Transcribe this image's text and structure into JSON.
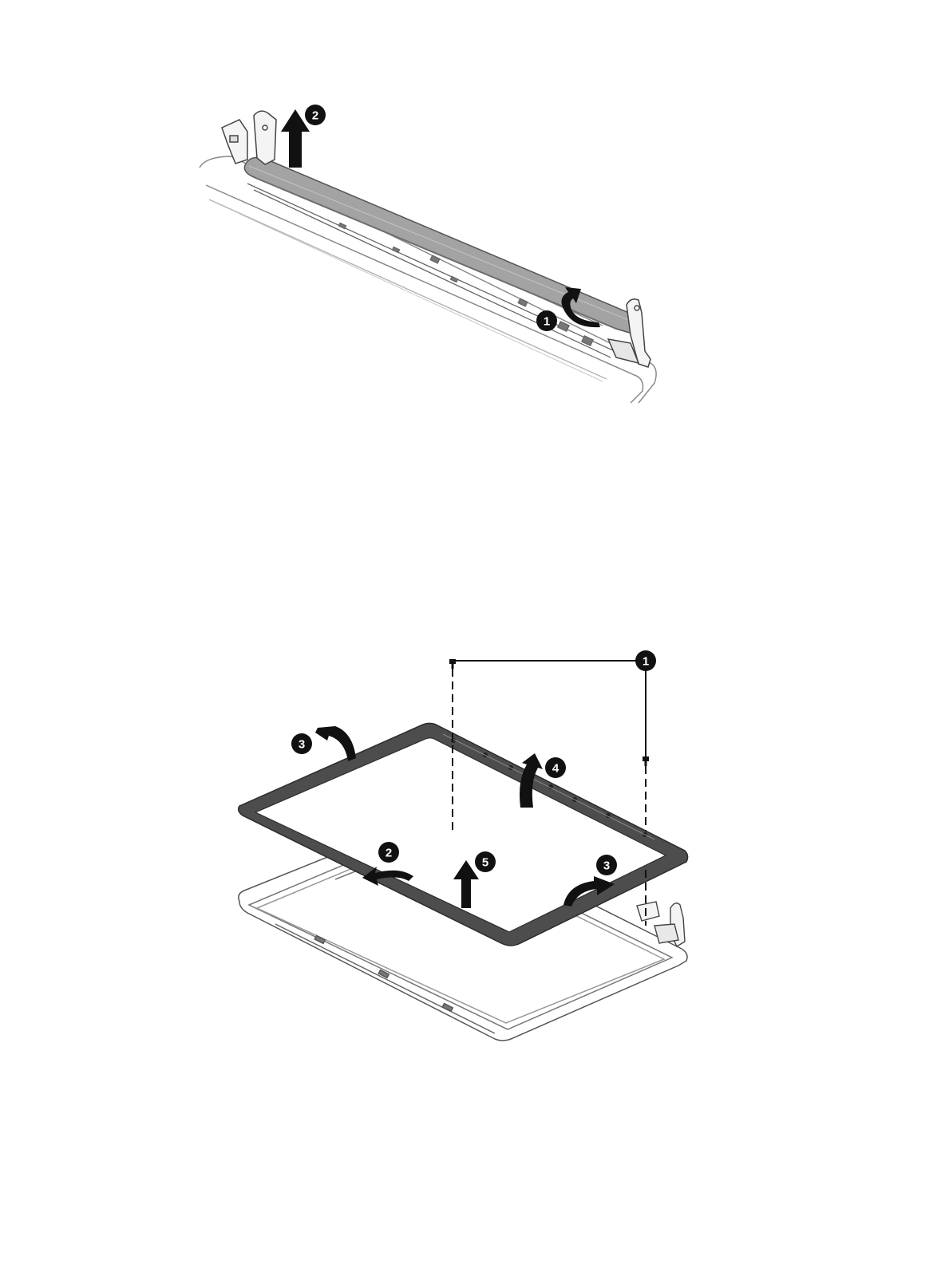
{
  "top_figure": {
    "callouts": [
      {
        "id": "1",
        "label": "1"
      },
      {
        "id": "2",
        "label": "2"
      }
    ]
  },
  "bottom_figure": {
    "callouts": [
      {
        "id": "1",
        "label": "1"
      },
      {
        "id": "2",
        "label": "2"
      },
      {
        "id": "3a",
        "label": "3"
      },
      {
        "id": "3b",
        "label": "3"
      },
      {
        "id": "4",
        "label": "4"
      },
      {
        "id": "5",
        "label": "5"
      }
    ]
  },
  "colors": {
    "callout_fill": "#111111",
    "callout_text": "#ffffff",
    "hinge_cover": "#9a9a9a",
    "bezel": "#4a4a4a",
    "line": "#555555"
  },
  "icons": [
    "arrow-up-icon",
    "curved-arrow-icon",
    "screw-icon",
    "hinge-icon"
  ]
}
